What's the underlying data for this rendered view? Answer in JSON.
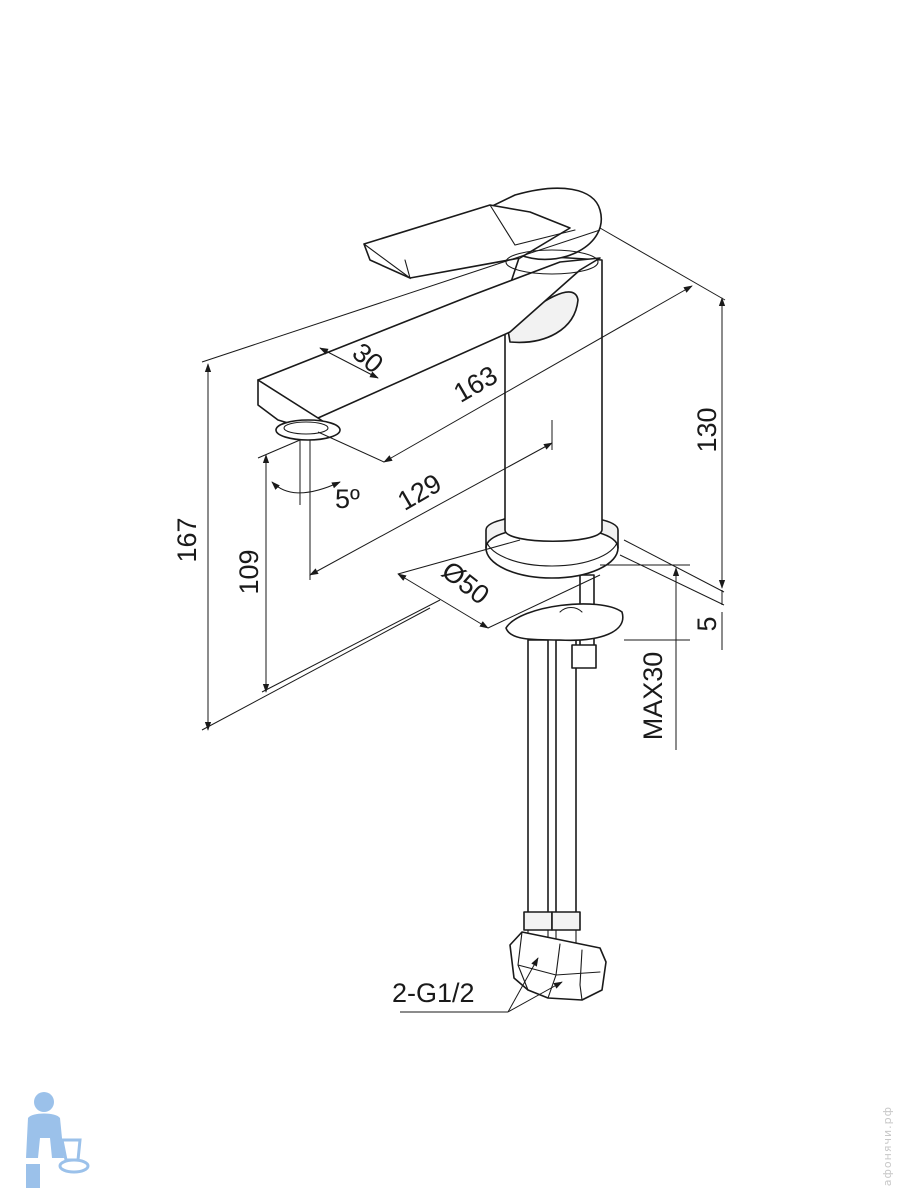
{
  "dimensions": {
    "handle_width": "30",
    "spout_reach": "163",
    "spout_reach_lower": "129",
    "angle": "5º",
    "total_height": "167",
    "spout_height": "109",
    "body_height": "130",
    "base_diameter": "Ø50",
    "base_thickness": "5",
    "counter_max": "MAX30",
    "connections": "2-G1/2"
  },
  "watermark": {
    "text": "афонячи.рф"
  },
  "colors": {
    "line": "#1a1a1a",
    "logo": "#4a90d9"
  },
  "logo": {
    "icon": "plumber-mascot-icon"
  }
}
